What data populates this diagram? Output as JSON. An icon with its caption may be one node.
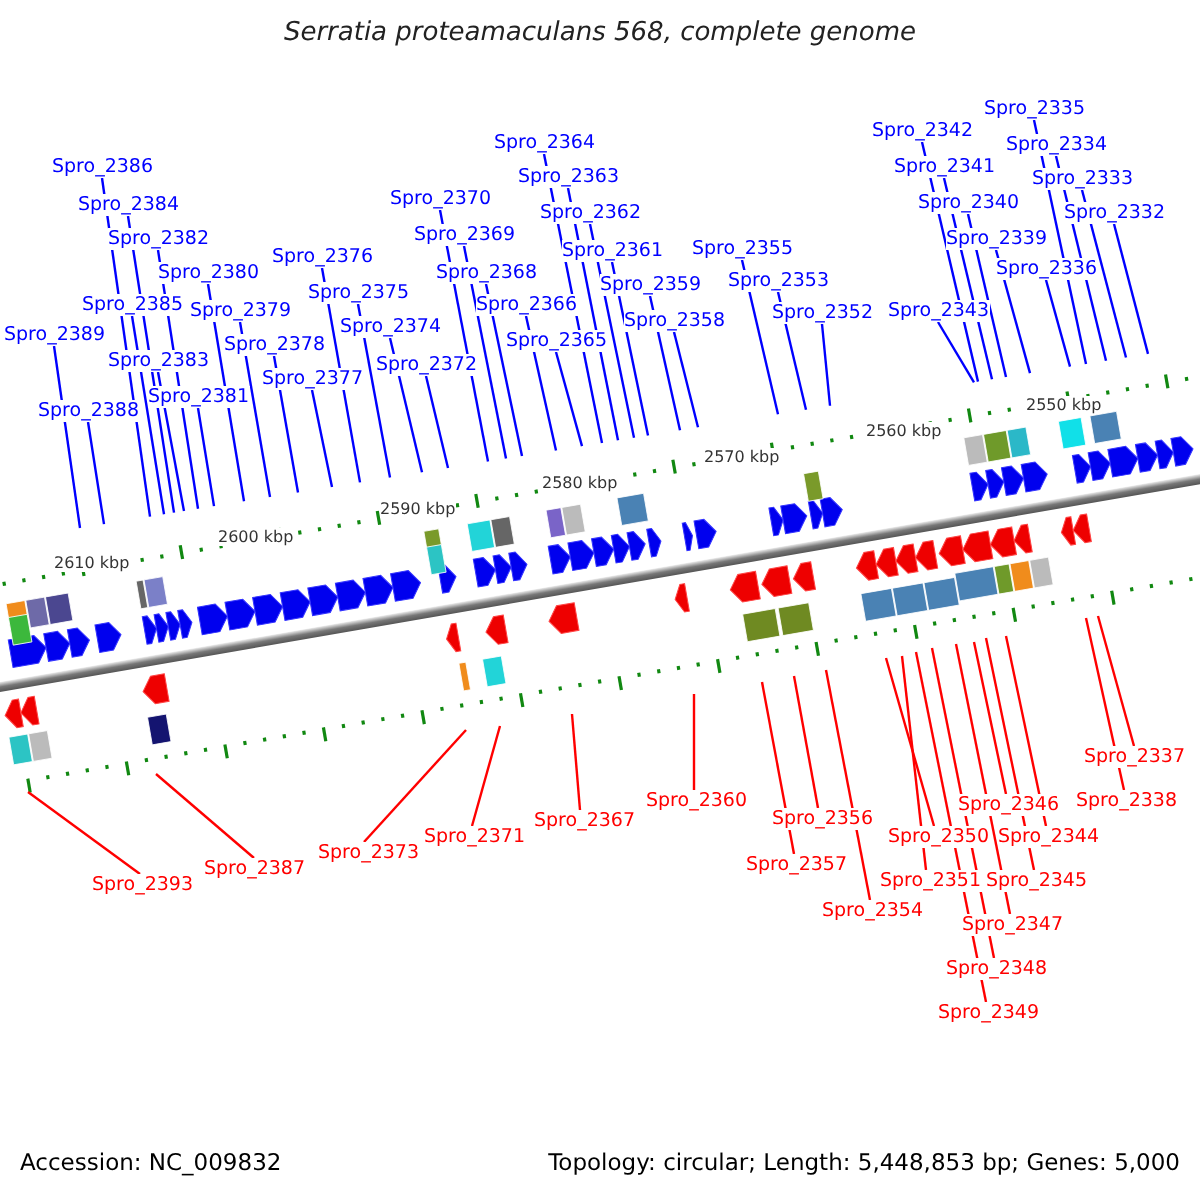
{
  "diagram": {
    "title": "Serratia proteamaculans 568, complete genome",
    "nodes": [
      {
        "text": [
          "Spro_2389"
        ]
      },
      {
        "text": [
          "Spro_2388"
        ]
      },
      {
        "text": [
          "Spro_2386"
        ]
      },
      {
        "text": [
          "Spro_2385"
        ]
      },
      {
        "text": [
          "Spro_2384"
        ]
      },
      {
        "text": [
          "Spro_2383"
        ]
      },
      {
        "text": [
          "Spro_2382"
        ]
      },
      {
        "text": [
          "Spro_2381"
        ]
      },
      {
        "text": [
          "Spro_2380"
        ]
      },
      {
        "text": [
          "Spro_2379"
        ]
      },
      {
        "text": [
          "Spro_2378"
        ]
      },
      {
        "text": [
          "Spro_2377"
        ]
      },
      {
        "text": [
          "Spro_2376"
        ]
      },
      {
        "text": [
          "Spro_2375"
        ]
      },
      {
        "text": [
          "Spro_2374"
        ]
      },
      {
        "text": [
          "Spro_2372"
        ]
      },
      {
        "text": [
          "Spro_2370"
        ]
      },
      {
        "text": [
          "Spro_2369"
        ]
      },
      {
        "text": [
          "Spro_2368"
        ]
      },
      {
        "text": [
          "Spro_2366"
        ]
      },
      {
        "text": [
          "Spro_2365"
        ]
      },
      {
        "text": [
          "Spro_2364"
        ]
      },
      {
        "text": [
          "Spro_2363"
        ]
      },
      {
        "text": [
          "Spro_2362"
        ]
      },
      {
        "text": [
          "Spro_2361"
        ]
      },
      {
        "text": [
          "Spro_2359"
        ]
      },
      {
        "text": [
          "Spro_2358"
        ]
      },
      {
        "text": [
          "Spro_2355"
        ]
      },
      {
        "text": [
          "Spro_2353"
        ]
      },
      {
        "text": [
          "Spro_2352"
        ]
      },
      {
        "text": [
          "Spro_2343"
        ]
      },
      {
        "text": [
          "Spro_2342"
        ]
      },
      {
        "text": [
          "Spro_2341"
        ]
      },
      {
        "text": [
          "Spro_2340"
        ]
      },
      {
        "text": [
          "Spro_2339"
        ]
      },
      {
        "text": [
          "Spro_2336"
        ]
      },
      {
        "text": [
          "Spro_2335"
        ]
      },
      {
        "text": [
          "Spro_2334"
        ]
      },
      {
        "text": [
          "Spro_2333"
        ]
      },
      {
        "text": [
          "Spro_2332"
        ]
      },
      {
        "text": [
          "Spro_2393"
        ]
      },
      {
        "text": [
          "Spro_2387"
        ]
      },
      {
        "text": [
          "Spro_2373"
        ]
      },
      {
        "text": [
          "Spro_2371"
        ]
      },
      {
        "text": [
          "Spro_2367"
        ]
      },
      {
        "text": [
          "Spro_2360"
        ]
      },
      {
        "text": [
          "Spro_2357"
        ]
      },
      {
        "text": [
          "Spro_2356"
        ]
      },
      {
        "text": [
          "Spro_2354"
        ]
      },
      {
        "text": [
          "Spro_2351"
        ]
      },
      {
        "text": [
          "Spro_2350"
        ]
      },
      {
        "text": [
          "Spro_2349"
        ]
      },
      {
        "text": [
          "Spro_2348"
        ]
      },
      {
        "text": [
          "Spro_2347"
        ]
      },
      {
        "text": [
          "Spro_2346"
        ]
      },
      {
        "text": [
          "Spro_2345"
        ]
      },
      {
        "text": [
          "Spro_2344"
        ]
      },
      {
        "text": [
          "Spro_2338"
        ]
      },
      {
        "text": [
          "Spro_2337"
        ]
      }
    ],
    "edges": [
      {
        "from": 0,
        "to": null,
        "arrow": "none"
      },
      {
        "from": 1,
        "to": null,
        "arrow": "none"
      },
      {
        "from": 2,
        "to": null,
        "arrow": "none"
      },
      {
        "from": 3,
        "to": null,
        "arrow": "none"
      },
      {
        "from": 4,
        "to": null,
        "arrow": "none"
      },
      {
        "from": 5,
        "to": null,
        "arrow": "none"
      },
      {
        "from": 6,
        "to": null,
        "arrow": "none"
      },
      {
        "from": 7,
        "to": null,
        "arrow": "none"
      },
      {
        "from": 8,
        "to": null,
        "arrow": "none"
      },
      {
        "from": 9,
        "to": null,
        "arrow": "none"
      },
      {
        "from": 10,
        "to": null,
        "arrow": "none"
      },
      {
        "from": 11,
        "to": null,
        "arrow": "none"
      },
      {
        "from": 12,
        "to": null,
        "arrow": "none"
      },
      {
        "from": 13,
        "to": null,
        "arrow": "none"
      },
      {
        "from": 14,
        "to": null,
        "arrow": "none"
      },
      {
        "from": 15,
        "to": null,
        "arrow": "none"
      },
      {
        "from": 16,
        "to": null,
        "arrow": "none"
      },
      {
        "from": 17,
        "to": null,
        "arrow": "none"
      },
      {
        "from": 18,
        "to": null,
        "arrow": "none"
      },
      {
        "from": 19,
        "to": null,
        "arrow": "none"
      },
      {
        "from": 20,
        "to": null,
        "arrow": "none"
      },
      {
        "from": 21,
        "to": null,
        "arrow": "none"
      },
      {
        "from": 22,
        "to": null,
        "arrow": "none"
      },
      {
        "from": 23,
        "to": null,
        "arrow": "none"
      },
      {
        "from": 24,
        "to": null,
        "arrow": "none"
      },
      {
        "from": 25,
        "to": null,
        "arrow": "none"
      },
      {
        "from": 26,
        "to": null,
        "arrow": "none"
      },
      {
        "from": 27,
        "to": null,
        "arrow": "none"
      },
      {
        "from": 28,
        "to": null,
        "arrow": "none"
      },
      {
        "from": 29,
        "to": null,
        "arrow": "none"
      },
      {
        "from": 30,
        "to": null,
        "arrow": "none"
      },
      {
        "from": 31,
        "to": null,
        "arrow": "none"
      },
      {
        "from": 32,
        "to": null,
        "arrow": "none"
      },
      {
        "from": 33,
        "to": null,
        "arrow": "none"
      },
      {
        "from": 34,
        "to": null,
        "arrow": "none"
      },
      {
        "from": 35,
        "to": null,
        "arrow": "none"
      },
      {
        "from": 36,
        "to": null,
        "arrow": "none"
      },
      {
        "from": 37,
        "to": null,
        "arrow": "none"
      },
      {
        "from": 38,
        "to": null,
        "arrow": "none"
      },
      {
        "from": 39,
        "to": null,
        "arrow": "none"
      },
      {
        "from": 40,
        "to": null,
        "arrow": "none",
        "color": "#ff0000"
      },
      {
        "from": 41,
        "to": null,
        "arrow": "none",
        "color": "#ff0000"
      },
      {
        "from": 42,
        "to": null,
        "arrow": "none",
        "color": "#ff0000"
      },
      {
        "from": 43,
        "to": null,
        "arrow": "none",
        "color": "#ff0000"
      },
      {
        "from": 44,
        "to": null,
        "arrow": "none",
        "color": "#ff0000"
      },
      {
        "from": 45,
        "to": null,
        "arrow": "none",
        "color": "#ff0000"
      },
      {
        "from": 46,
        "to": null,
        "arrow": "none",
        "color": "#ff0000"
      },
      {
        "from": 47,
        "to": null,
        "arrow": "none",
        "color": "#ff0000"
      },
      {
        "from": 48,
        "to": null,
        "arrow": "none",
        "color": "#ff0000"
      },
      {
        "from": 49,
        "to": null,
        "arrow": "none",
        "color": "#ff0000"
      },
      {
        "from": 50,
        "to": null,
        "arrow": "none",
        "color": "#ff0000"
      },
      {
        "from": 51,
        "to": null,
        "arrow": "none",
        "color": "#ff0000"
      },
      {
        "from": 52,
        "to": null,
        "arrow": "none",
        "color": "#ff0000"
      },
      {
        "from": 53,
        "to": null,
        "arrow": "none",
        "color": "#ff0000"
      },
      {
        "from": 54,
        "to": null,
        "arrow": "none",
        "color": "#ff0000"
      },
      {
        "from": 55,
        "to": null,
        "arrow": "none",
        "color": "#ff0000"
      },
      {
        "from": 56,
        "to": null,
        "arrow": "none",
        "color": "#ff0000"
      },
      {
        "from": 57,
        "to": null,
        "arrow": "none",
        "color": "#ff0000"
      },
      {
        "from": 58,
        "to": null,
        "arrow": "none",
        "color": "#ff0000"
      }
    ],
    "labels": [
      "2550 kbp",
      "2560 kbp",
      "2570 kbp",
      "2580 kbp",
      "2590 kbp",
      "2600 kbp",
      "2610 kbp",
      "Accession: NC_009832",
      "Topology: circular; Length: 5,448,853 bp; Genes: 5,000"
    ]
  }
}
